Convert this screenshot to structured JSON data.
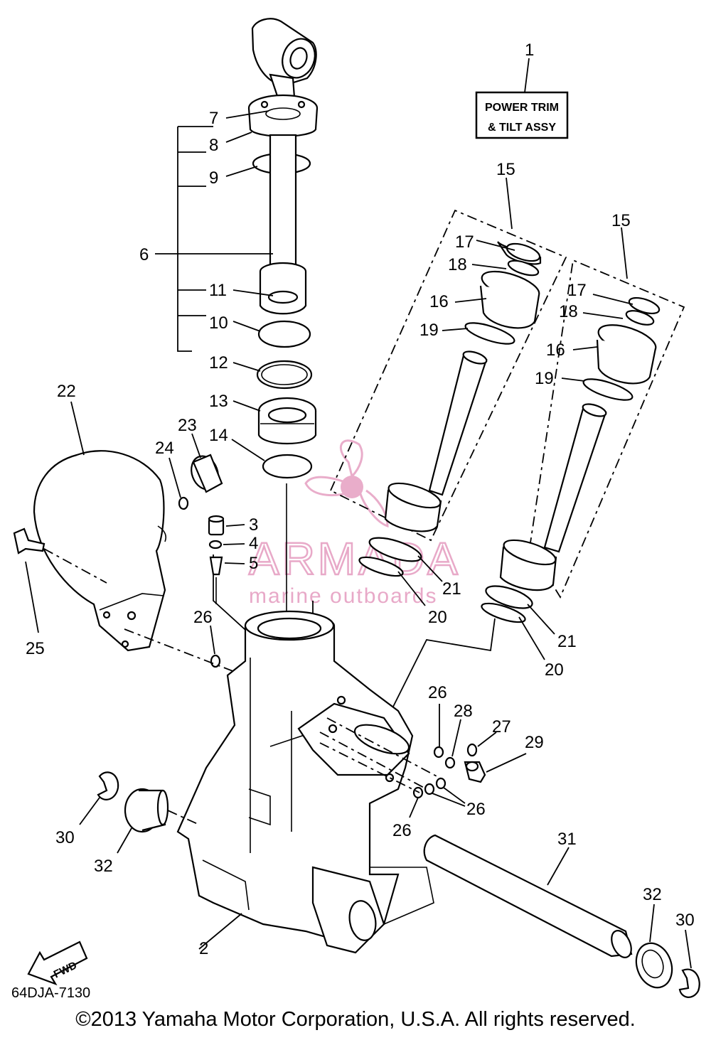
{
  "diagram_code": "64DJA-7130",
  "copyright": "©2013 Yamaha Motor Corporation, U.S.A. All rights reserved.",
  "assembly_box": {
    "line1": "POWER TRIM",
    "line2": "& TILT ASSY"
  },
  "watermark": {
    "brand": "ARMADA",
    "tagline": "marine outboards",
    "color": "#e8a9c8"
  },
  "fwd_label": "FWD",
  "callouts": [
    {
      "id": "c1",
      "text": "1"
    },
    {
      "id": "c2",
      "text": "2"
    },
    {
      "id": "c3",
      "text": "3"
    },
    {
      "id": "c4",
      "text": "4"
    },
    {
      "id": "c5",
      "text": "5"
    },
    {
      "id": "c6",
      "text": "6"
    },
    {
      "id": "c7",
      "text": "7"
    },
    {
      "id": "c8",
      "text": "8"
    },
    {
      "id": "c9",
      "text": "9"
    },
    {
      "id": "c10",
      "text": "10"
    },
    {
      "id": "c11",
      "text": "11"
    },
    {
      "id": "c12",
      "text": "12"
    },
    {
      "id": "c13",
      "text": "13"
    },
    {
      "id": "c14",
      "text": "14"
    },
    {
      "id": "c15a",
      "text": "15"
    },
    {
      "id": "c15b",
      "text": "15"
    },
    {
      "id": "c16a",
      "text": "16"
    },
    {
      "id": "c16b",
      "text": "16"
    },
    {
      "id": "c17a",
      "text": "17"
    },
    {
      "id": "c17b",
      "text": "17"
    },
    {
      "id": "c18a",
      "text": "18"
    },
    {
      "id": "c18b",
      "text": "18"
    },
    {
      "id": "c19a",
      "text": "19"
    },
    {
      "id": "c19b",
      "text": "19"
    },
    {
      "id": "c20a",
      "text": "20"
    },
    {
      "id": "c20b",
      "text": "20"
    },
    {
      "id": "c21a",
      "text": "21"
    },
    {
      "id": "c21b",
      "text": "21"
    },
    {
      "id": "c22",
      "text": "22"
    },
    {
      "id": "c23",
      "text": "23"
    },
    {
      "id": "c24",
      "text": "24"
    },
    {
      "id": "c25",
      "text": "25"
    },
    {
      "id": "c26a",
      "text": "26"
    },
    {
      "id": "c26b",
      "text": "26"
    },
    {
      "id": "c26c",
      "text": "26"
    },
    {
      "id": "c26d",
      "text": "26"
    },
    {
      "id": "c27",
      "text": "27"
    },
    {
      "id": "c28",
      "text": "28"
    },
    {
      "id": "c29",
      "text": "29"
    },
    {
      "id": "c30a",
      "text": "30"
    },
    {
      "id": "c30b",
      "text": "30"
    },
    {
      "id": "c31",
      "text": "31"
    },
    {
      "id": "c32a",
      "text": "32"
    },
    {
      "id": "c32b",
      "text": "32"
    }
  ]
}
